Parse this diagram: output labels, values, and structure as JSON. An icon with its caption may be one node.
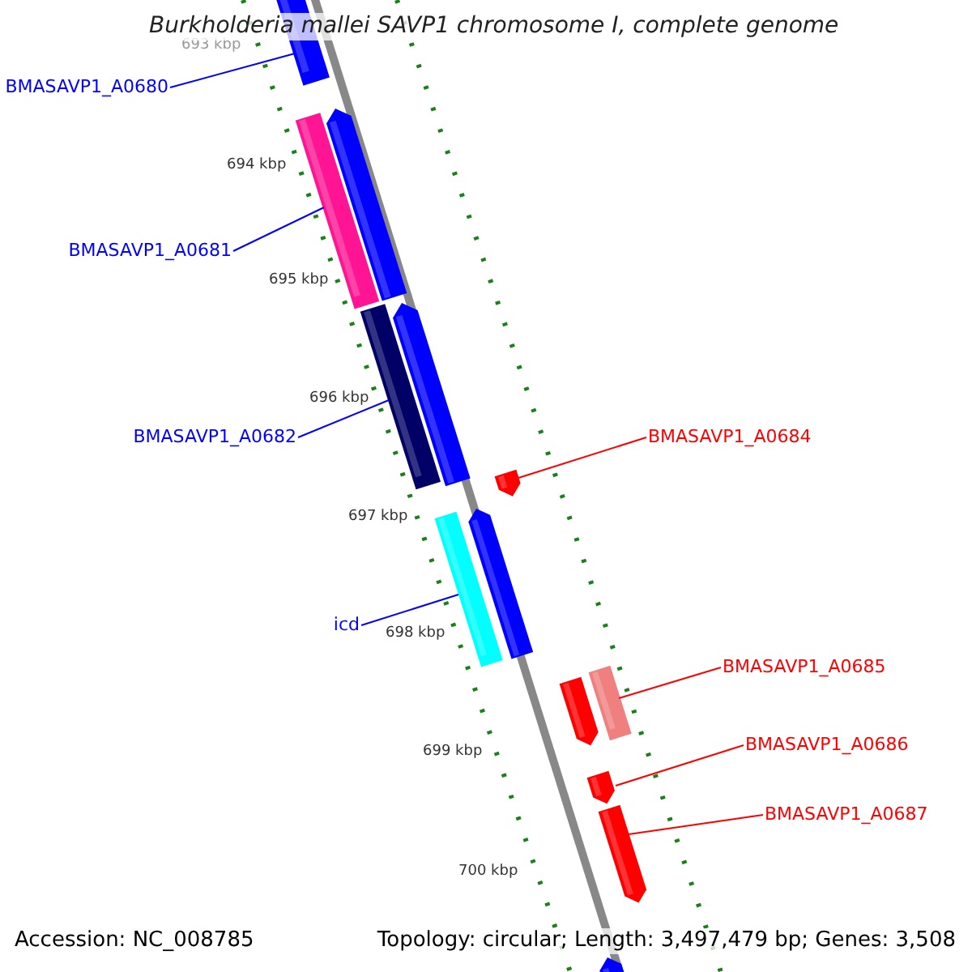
{
  "diagram": {
    "title": "Burkholderia mallei SAVP1 chromosome I, complete genome",
    "nodes": [
      {
        "text": [
          "BMASAVP1_A0680"
        ]
      },
      {
        "text": [
          "BMASAVP1_A0681"
        ]
      },
      {
        "text": [
          "BMASAVP1_A0682"
        ]
      },
      {
        "text": [
          "icd"
        ]
      },
      {
        "text": [
          "BMASAVP1_A0684"
        ]
      },
      {
        "text": [
          "BMASAVP1_A0685"
        ]
      },
      {
        "text": [
          "BMASAVP1_A0686"
        ]
      },
      {
        "text": [
          "BMASAVP1_A0687"
        ]
      },
      {
        "text": [],
        "shape": "bar"
      },
      {
        "text": [],
        "shape": "bar"
      },
      {
        "text": [],
        "shape": "bar"
      },
      {
        "text": [],
        "shape": "bar"
      },
      {
        "text": [],
        "shape": "bar"
      },
      {
        "text": [],
        "shape": "bar"
      },
      {
        "text": [],
        "shape": "bar"
      },
      {
        "text": [],
        "shape": "bar"
      },
      {
        "text": [],
        "shape": "bar"
      },
      {
        "text": [],
        "shape": "bar"
      },
      {
        "text": [],
        "shape": "bar"
      },
      {
        "text": [],
        "shape": "bar"
      },
      {
        "text": [],
        "shape": "bar"
      }
    ],
    "edges": [
      {
        "from": 0,
        "to": 8,
        "arrow": "none",
        "color": "#0000ff"
      },
      {
        "from": 1,
        "to": 9,
        "arrow": "none",
        "color": "#0000ff"
      },
      {
        "from": 2,
        "to": 11,
        "arrow": "none",
        "color": "#0000ff"
      },
      {
        "from": 3,
        "to": 14,
        "arrow": "none",
        "color": "#0000ff"
      },
      {
        "from": 4,
        "to": 13,
        "arrow": "none",
        "color": "#ff0000"
      },
      {
        "from": 5,
        "to": 17,
        "arrow": "none",
        "color": "#ff0000"
      },
      {
        "from": 6,
        "to": 18,
        "arrow": "none",
        "color": "#ff0000"
      },
      {
        "from": 7,
        "to": 19,
        "arrow": "none",
        "color": "#ff0000"
      }
    ],
    "labels": [
      "693 kbp",
      "694 kbp",
      "695 kbp",
      "696 kbp",
      "697 kbp",
      "698 kbp",
      "699 kbp",
      "700 kbp",
      "Accession: NC_008785",
      "Topology: circular; Length: 3,497,479 bp; Genes: 3,508"
    ]
  }
}
